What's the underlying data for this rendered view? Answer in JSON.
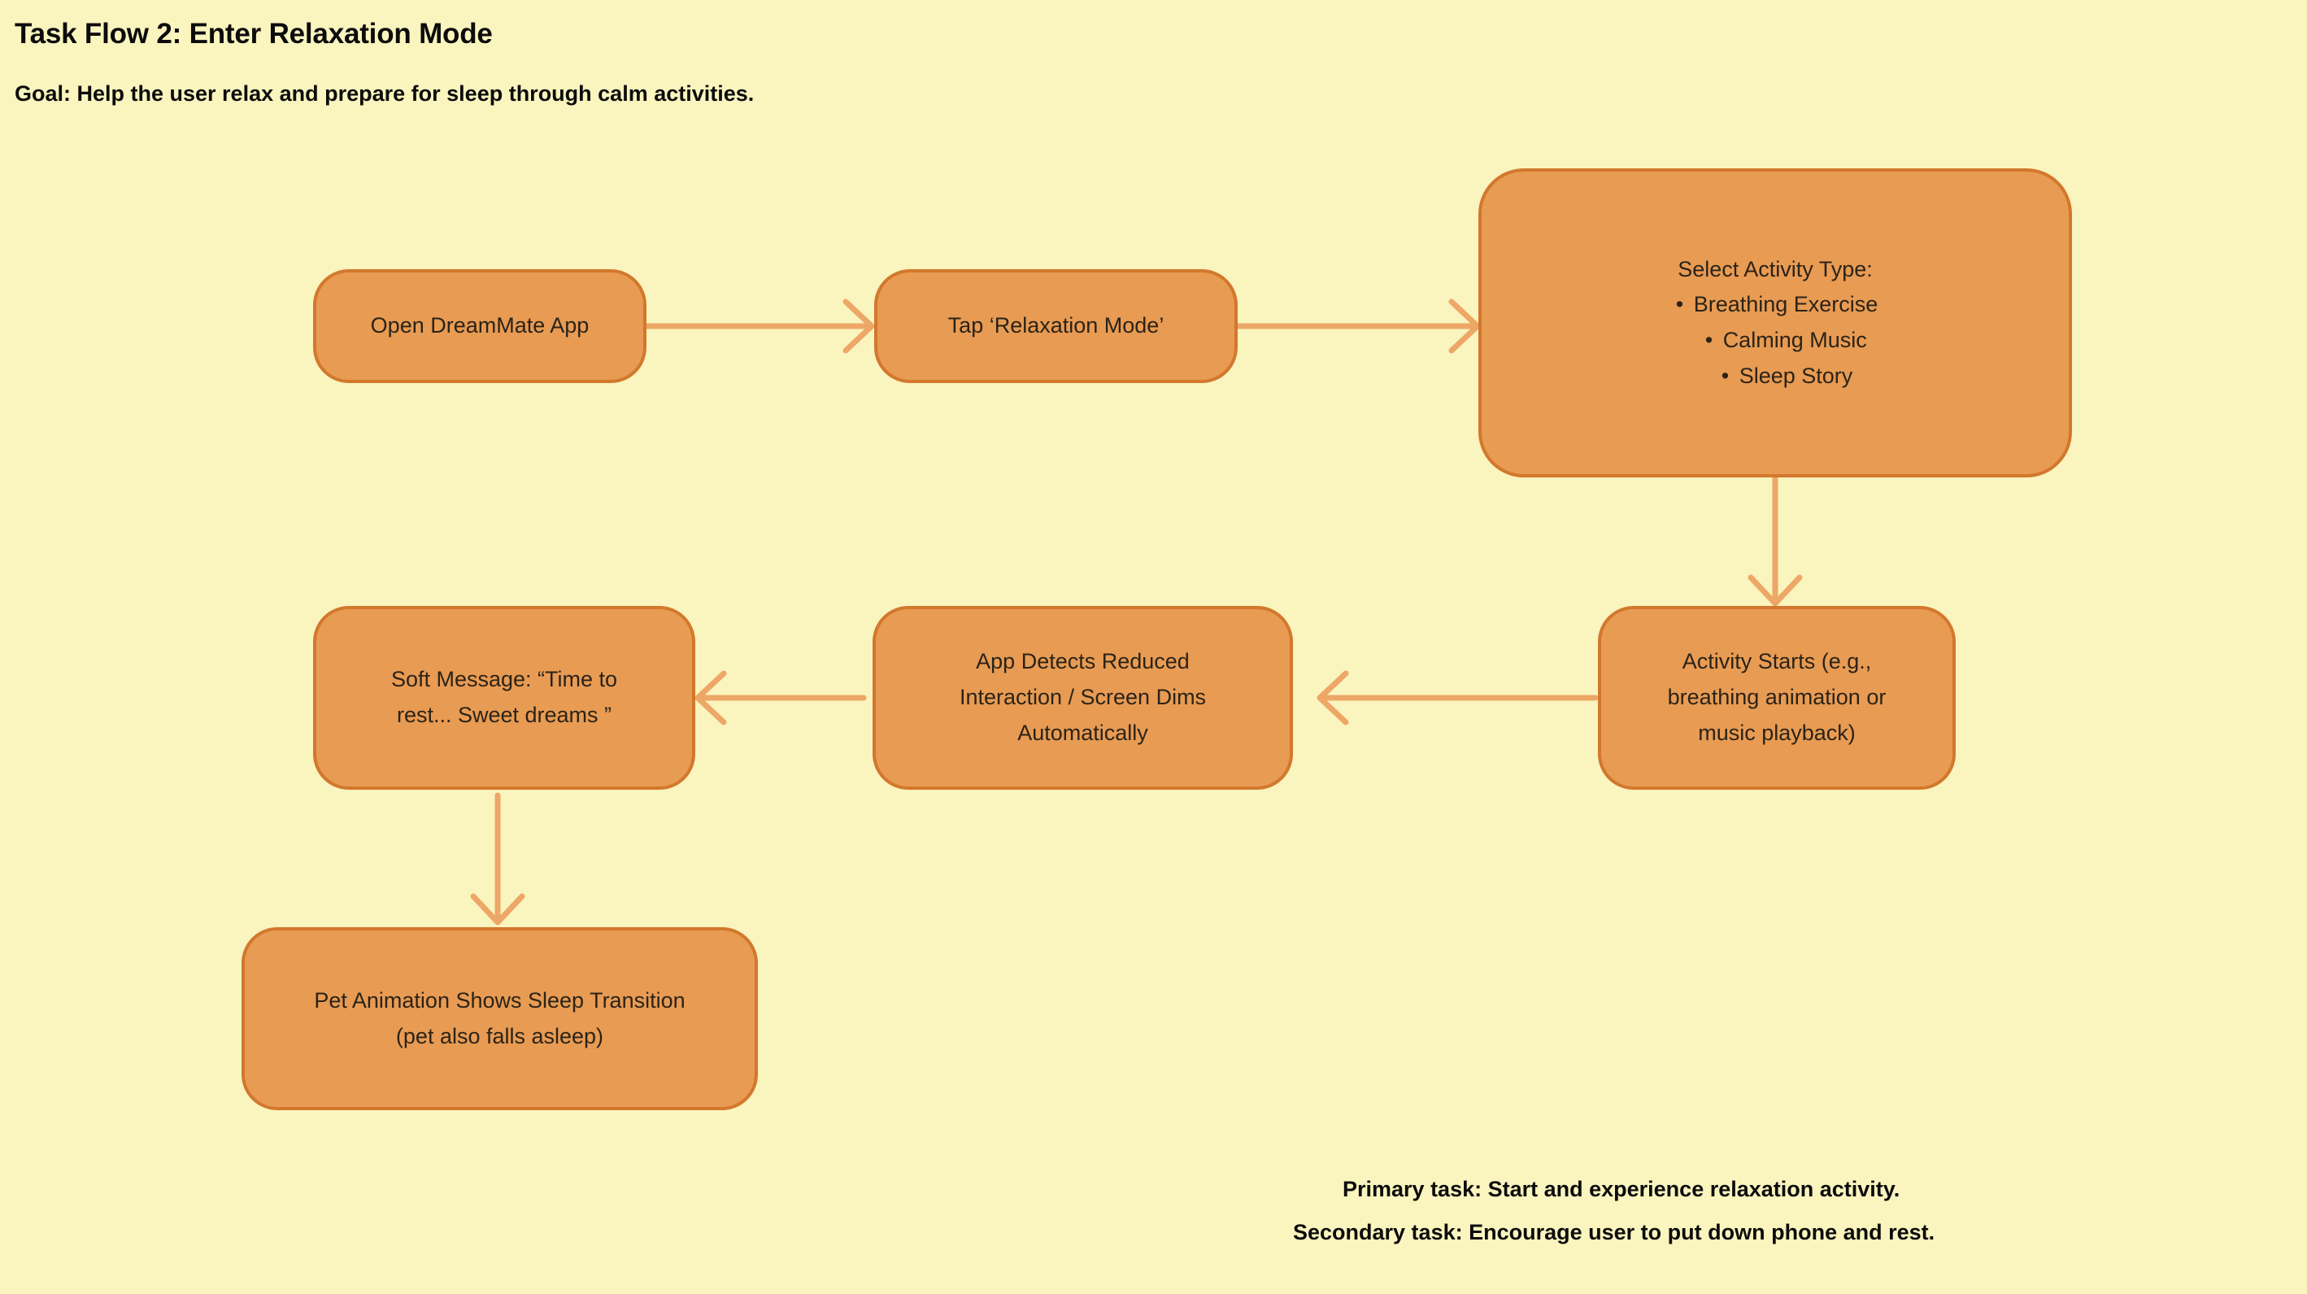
{
  "header": {
    "title": "Task Flow 2: Enter Relaxation Mode",
    "goal": "Goal: Help the user relax and prepare for sleep through calm activities."
  },
  "colors": {
    "background": "#FAF4BE",
    "node_fill": "#E89B53",
    "node_border": "#D2782C",
    "edge": "#EDA766",
    "text": "#2B2317",
    "heading_text": "#0C0C0C"
  },
  "nodes": [
    {
      "id": "open-app",
      "lines": [
        "Open DreamMate App"
      ]
    },
    {
      "id": "tap-relaxation-mode",
      "lines": [
        "Tap ‘Relaxation Mode’"
      ]
    },
    {
      "id": "select-activity-type",
      "heading": "Select Activity Type:",
      "bullets": [
        "Breathing Exercise",
        "Calming Music",
        "Sleep Story"
      ]
    },
    {
      "id": "activity-starts",
      "lines": [
        "Activity Starts (e.g.,",
        "breathing animation or",
        "music playback)"
      ]
    },
    {
      "id": "app-detects-reduced-interaction",
      "lines": [
        "App Detects Reduced",
        "Interaction / Screen Dims",
        "Automatically"
      ]
    },
    {
      "id": "soft-message",
      "lines": [
        "Soft Message: “Time to",
        "rest... Sweet dreams ”"
      ]
    },
    {
      "id": "pet-animation",
      "lines": [
        "Pet Animation Shows Sleep Transition",
        "(pet also falls asleep)"
      ]
    }
  ],
  "edges": [
    {
      "from": "open-app",
      "to": "tap-relaxation-mode",
      "direction": "right"
    },
    {
      "from": "tap-relaxation-mode",
      "to": "select-activity-type",
      "direction": "right"
    },
    {
      "from": "select-activity-type",
      "to": "activity-starts",
      "direction": "down"
    },
    {
      "from": "activity-starts",
      "to": "app-detects-reduced-interaction",
      "direction": "left"
    },
    {
      "from": "app-detects-reduced-interaction",
      "to": "soft-message",
      "direction": "left"
    },
    {
      "from": "soft-message",
      "to": "pet-animation",
      "direction": "down"
    }
  ],
  "footer": {
    "primary": "Primary task: Start and experience relaxation activity.",
    "secondary": "Secondary task: Encourage user to put down phone and rest."
  }
}
